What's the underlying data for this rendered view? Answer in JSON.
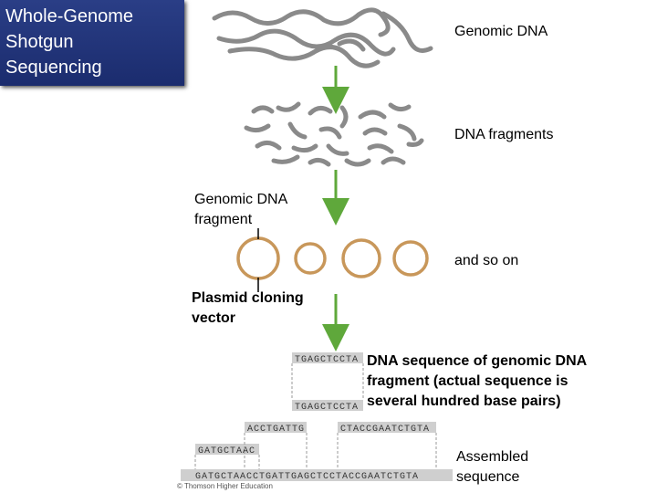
{
  "title": [
    "Whole-Genome",
    "Shotgun",
    "Sequencing"
  ],
  "labels": {
    "genomic_dna": "Genomic DNA",
    "fragments": "DNA fragments",
    "genomic_fragment": [
      "Genomic DNA",
      "fragment"
    ],
    "and_so_on": "and so on",
    "plasmid": [
      "Plasmid cloning",
      "vector"
    ],
    "dna_sequence": [
      "DNA sequence of genomic DNA",
      "fragment (actual sequence is",
      "several hundred base pairs)"
    ],
    "assembled": [
      "Assembled",
      "sequence"
    ]
  },
  "sequences": {
    "read1": "TGAGCTCCTA",
    "read2": "TGAGCTCCTA",
    "read3": "ACCTGATTG",
    "read4": "CTACCGAATCTGTA",
    "read5": "GATGCTAAC",
    "assembled": "GATGCTAACCTGATTGAGCTCCTACCGAATCTGTA"
  },
  "copyright": "© Thomson Higher Education",
  "colors": {
    "arrow": "#5fa83b",
    "dna": "#8a8a8a",
    "plasmid": "#c8975a",
    "title_bg": "#1f3277"
  }
}
